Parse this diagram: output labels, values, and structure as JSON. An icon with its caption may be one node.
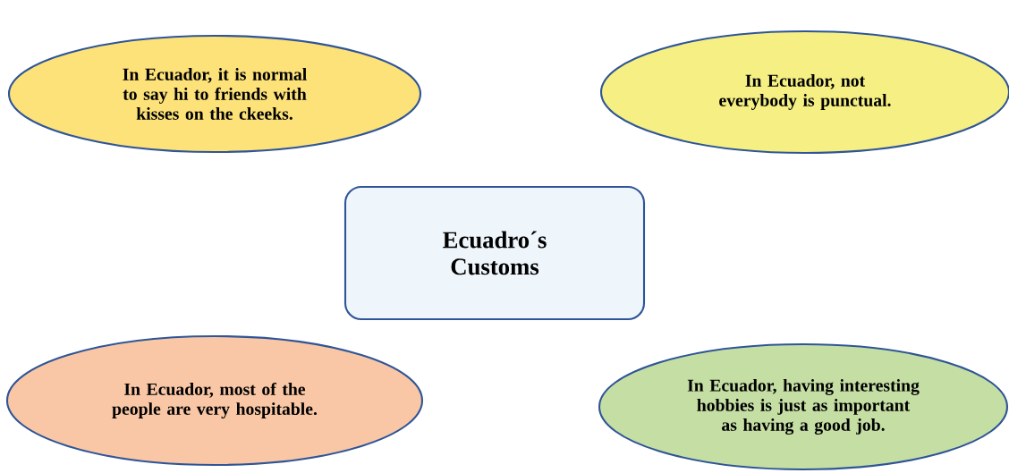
{
  "diagram": {
    "nodes": [
      {
        "text": [
          "In Ecuador, it is normal to say hi to friends with kisses on the ckeeks."
        ]
      },
      {
        "text": [
          "In Ecuador, not everybody is punctual."
        ]
      },
      {
        "text": [
          "Ecuadro´s Customs"
        ]
      },
      {
        "text": [
          "In Ecuador, most of the people are very hospitable."
        ]
      },
      {
        "text": [
          "In Ecuador, having interesting hobbies is just as important as having a good job."
        ]
      }
    ]
  }
}
